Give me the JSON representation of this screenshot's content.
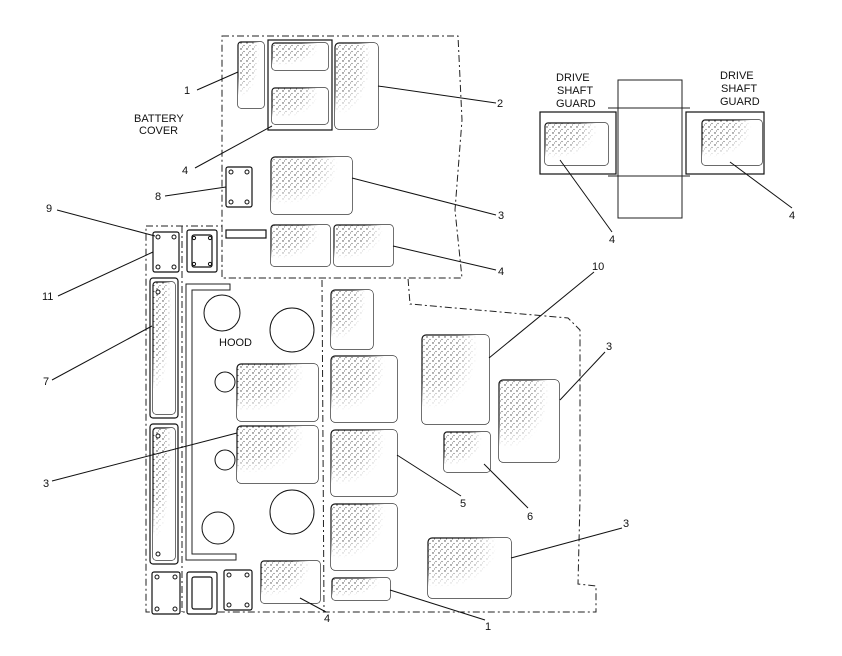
{
  "labels": {
    "battery_cover_line1": "BATTERY",
    "battery_cover_line2": "COVER",
    "hood": "HOOD",
    "drive_shaft_guard_left_1": "DRIVE",
    "drive_shaft_guard_left_2": "SHAFT",
    "drive_shaft_guard_left_3": "GUARD",
    "drive_shaft_guard_right_1": "DRIVE",
    "drive_shaft_guard_right_2": "SHAFT",
    "drive_shaft_guard_right_3": "GUARD"
  },
  "callouts": {
    "c1_top": "1",
    "c2_top": "2",
    "c4_top": "4",
    "c8": "8",
    "c3_top": "3",
    "c4_mid": "4",
    "c9": "9",
    "c11": "11",
    "c7": "7",
    "c3_left": "3",
    "c10": "10",
    "c3_right": "3",
    "c5": "5",
    "c6": "6",
    "c3_bottom": "3",
    "c4_bottom": "4",
    "c1_bottom": "1",
    "c4_guard_left": "4",
    "c4_guard_right": "4"
  }
}
